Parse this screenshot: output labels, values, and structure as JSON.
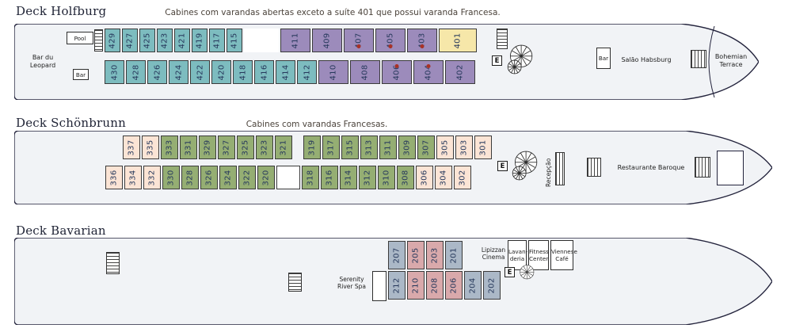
{
  "colors": {
    "teal": "#7dbcbf",
    "purple": "#9c8bbb",
    "gold": "#f6e7a9",
    "peach": "#fbe4d5",
    "green": "#95ae73",
    "blue": "#abb8c7",
    "pink": "#d9a9ab",
    "dot": "#a93226",
    "hull": "#f1f3f6",
    "outline": "#23233c"
  },
  "deck_holfburg": {
    "title": "Deck Holfburg",
    "note": "Cabines com varandas abertas exceto a suíte 401 que possui varanda Francesa.",
    "labels": {
      "pool": "Pool",
      "bar_leopard": "Bar du Leopard",
      "bar_small": "Bar",
      "elevator": "E",
      "bar_right": "Bar",
      "salao": "Salão Habsburg",
      "terrace": "Bohemian Terrace"
    },
    "row_top": [
      {
        "num": "429",
        "cat": "teal"
      },
      {
        "num": "427",
        "cat": "teal"
      },
      {
        "num": "425",
        "cat": "teal"
      },
      {
        "num": "423",
        "cat": "teal"
      },
      {
        "num": "421",
        "cat": "teal"
      },
      {
        "num": "419",
        "cat": "teal"
      },
      {
        "num": "417",
        "cat": "teal"
      },
      {
        "num": "415",
        "cat": "teal"
      },
      {
        "cat": "gap46"
      },
      {
        "num": "411",
        "cat": "purple"
      },
      {
        "num": "409",
        "cat": "purple"
      },
      {
        "num": "407",
        "cat": "purple",
        "dot": true
      },
      {
        "num": "405",
        "cat": "purple",
        "dot": true
      },
      {
        "num": "403",
        "cat": "purple",
        "dot": true
      },
      {
        "num": "401",
        "cat": "gold"
      }
    ],
    "row_bottom": [
      {
        "num": "430",
        "cat": "teal"
      },
      {
        "num": "428",
        "cat": "teal"
      },
      {
        "num": "426",
        "cat": "teal"
      },
      {
        "num": "424",
        "cat": "teal"
      },
      {
        "num": "422",
        "cat": "teal"
      },
      {
        "num": "420",
        "cat": "teal"
      },
      {
        "num": "418",
        "cat": "teal"
      },
      {
        "num": "416",
        "cat": "teal"
      },
      {
        "num": "414",
        "cat": "teal"
      },
      {
        "num": "412",
        "cat": "teal"
      },
      {
        "num": "410",
        "cat": "purple"
      },
      {
        "num": "408",
        "cat": "purple"
      },
      {
        "num": "406",
        "cat": "purple",
        "dot": true
      },
      {
        "num": "404",
        "cat": "purple",
        "dot": true
      },
      {
        "num": "402",
        "cat": "purple"
      }
    ]
  },
  "deck_schonbrunn": {
    "title": "Deck Schönbrunn",
    "note": "Cabines com varandas Francesas.",
    "labels": {
      "elevator": "E",
      "recepcao": "Recepção",
      "restaurante": "Restaurante Baroque"
    },
    "row_top": [
      {
        "num": "337",
        "cat": "peach"
      },
      {
        "num": "335",
        "cat": "peach"
      },
      {
        "num": "333",
        "cat": "green"
      },
      {
        "num": "331",
        "cat": "green"
      },
      {
        "num": "329",
        "cat": "green"
      },
      {
        "num": "327",
        "cat": "green"
      },
      {
        "num": "325",
        "cat": "green"
      },
      {
        "num": "323",
        "cat": "green"
      },
      {
        "num": "321",
        "cat": "green"
      },
      {
        "cat": "gap12"
      },
      {
        "num": "319",
        "cat": "green"
      },
      {
        "num": "317",
        "cat": "green"
      },
      {
        "num": "315",
        "cat": "green"
      },
      {
        "num": "313",
        "cat": "green"
      },
      {
        "num": "311",
        "cat": "green"
      },
      {
        "num": "309",
        "cat": "green"
      },
      {
        "num": "307",
        "cat": "green"
      },
      {
        "num": "305",
        "cat": "peach"
      },
      {
        "num": "303",
        "cat": "peach"
      },
      {
        "num": "301",
        "cat": "peach"
      }
    ],
    "row_bottom": [
      {
        "num": "336",
        "cat": "peach"
      },
      {
        "num": "334",
        "cat": "peach"
      },
      {
        "num": "332",
        "cat": "peach"
      },
      {
        "num": "330",
        "cat": "green"
      },
      {
        "num": "328",
        "cat": "green"
      },
      {
        "num": "326",
        "cat": "green"
      },
      {
        "num": "324",
        "cat": "green"
      },
      {
        "num": "322",
        "cat": "green"
      },
      {
        "num": "320",
        "cat": "green"
      },
      {
        "cat": "stairbox"
      },
      {
        "num": "318",
        "cat": "green"
      },
      {
        "num": "316",
        "cat": "green"
      },
      {
        "num": "314",
        "cat": "green"
      },
      {
        "num": "312",
        "cat": "green"
      },
      {
        "num": "310",
        "cat": "green"
      },
      {
        "num": "308",
        "cat": "green"
      },
      {
        "num": "306",
        "cat": "peach"
      },
      {
        "num": "304",
        "cat": "peach"
      },
      {
        "num": "302",
        "cat": "peach"
      }
    ]
  },
  "deck_bavarian": {
    "title": "Deck Bavarian",
    "labels": {
      "lipizzan": "Lipizzan Cinema",
      "lavanderia": "Lavan-deria",
      "fitness": "Fitness Center",
      "viennese": "Viennese Café",
      "spa": "Serenity River Spa",
      "elevator": "E"
    },
    "row_top": [
      {
        "num": "207",
        "cat": "blue"
      },
      {
        "num": "205",
        "cat": "pink"
      },
      {
        "num": "203",
        "cat": "pink"
      },
      {
        "num": "201",
        "cat": "blue"
      }
    ],
    "row_bottom": [
      {
        "num": "212",
        "cat": "blue"
      },
      {
        "num": "210",
        "cat": "pink"
      },
      {
        "num": "208",
        "cat": "pink"
      },
      {
        "num": "206",
        "cat": "pink"
      },
      {
        "num": "204",
        "cat": "blue"
      },
      {
        "num": "202",
        "cat": "blue"
      }
    ]
  }
}
